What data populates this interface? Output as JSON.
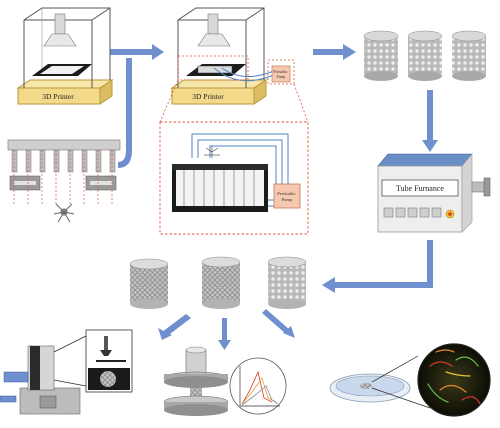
{
  "printer_left": {
    "label": "3D Printer"
  },
  "printer_right": {
    "label": "3D Printer",
    "pump_label": "Peristaltic\nPump"
  },
  "detail_box": {
    "pump_label": "Peristaltic\nPump"
  },
  "furnace": {
    "label": "Tube Furnance"
  },
  "colors": {
    "arrow": "#6f8fcf",
    "printer_base": "#f3d98a",
    "dashed_red": "#e0573a",
    "tube_blue": "#4f86c6",
    "pump_fill": "#f6c8b0",
    "furnace_body": "#eeeeee",
    "furnace_top": "#4a6fa8"
  },
  "icons": [
    "arrow-icon",
    "printer-icon",
    "scaffold-icon",
    "furnace-icon",
    "microscope-icon",
    "compression-icon",
    "curve-chart-icon",
    "petri-dish-icon"
  ]
}
